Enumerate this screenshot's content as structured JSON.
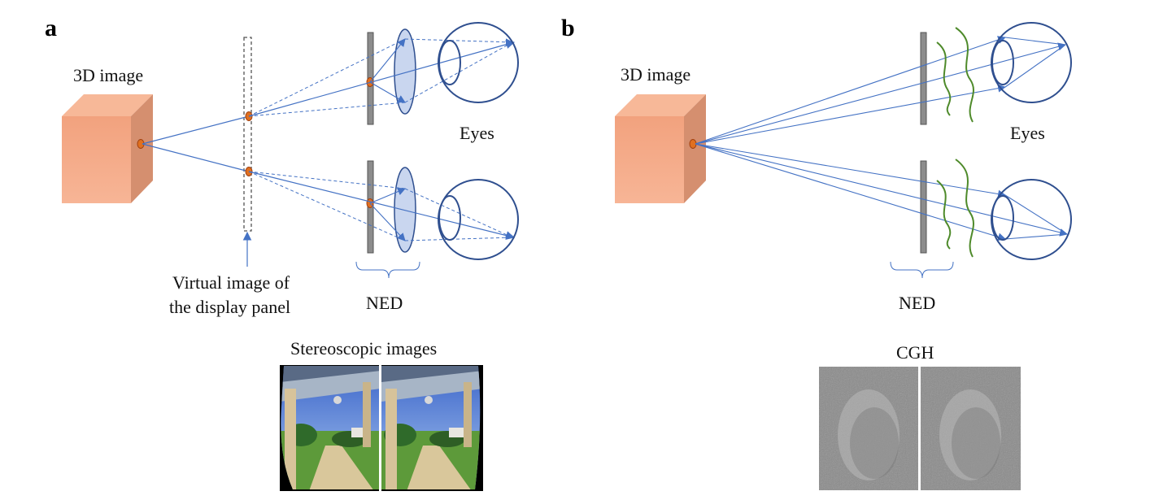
{
  "panels": {
    "a": {
      "letter": "a",
      "label_3d_image": "3D image",
      "label_eyes": "Eyes",
      "label_virtual_line1": "Virtual image of",
      "label_virtual_line2": "the display panel",
      "label_ned": "NED",
      "label_stereo": "Stereoscopic images"
    },
    "b": {
      "letter": "b",
      "label_3d_image": "3D image",
      "label_eyes": "Eyes",
      "label_ned": "NED",
      "label_cgh": "CGH"
    }
  },
  "colors": {
    "ray": "#4472c4",
    "cube_front": "#f4a582",
    "cube_side": "#d98a6a",
    "point": "#e07020",
    "lens_fill": "#c9d6ef",
    "panel_gray": "#8c8c8c",
    "wave": "#4e8a2a",
    "eye_stroke": "#2f4f8f"
  }
}
